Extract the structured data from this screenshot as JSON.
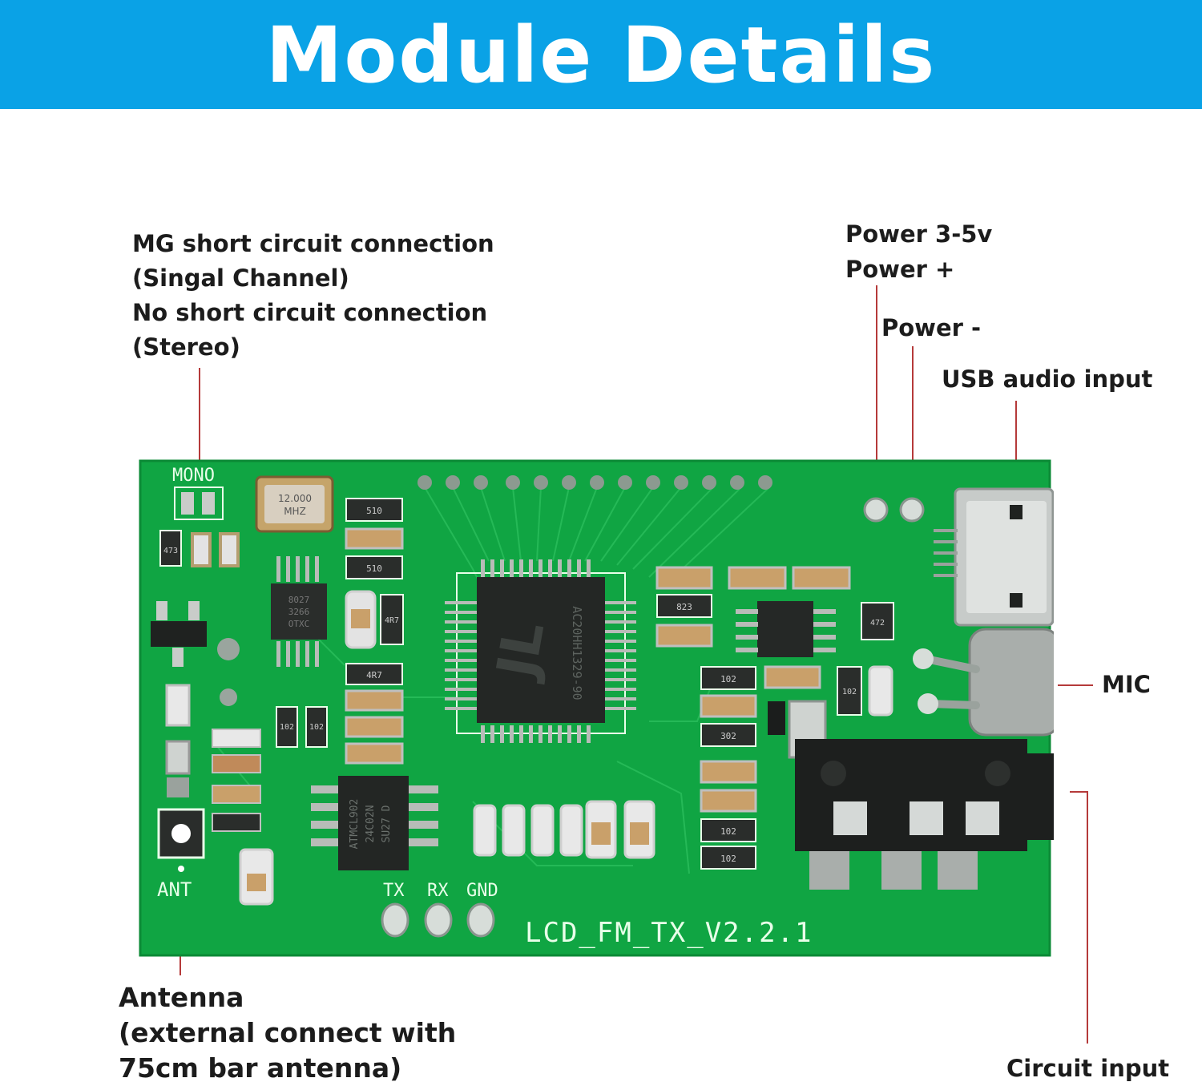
{
  "banner": {
    "title": "Module Details",
    "color": "#0aa2e6"
  },
  "labels": {
    "mono_jumper": [
      "MG short circuit connection",
      "(Singal Channel)",
      "No short circuit connection",
      "(Stereo)"
    ],
    "power_range": "Power 3-5v",
    "power_plus": "Power +",
    "power_minus": "Power -",
    "usb": "USB audio input",
    "mic": "MIC",
    "antenna": [
      "Antenna",
      "(external connect with",
      "75cm bar antenna)"
    ],
    "circuit": "Circuit input"
  },
  "board": {
    "silkscreen_mono": "MONO",
    "silkscreen_ant": "ANT",
    "silkscreen_tx": "TX",
    "silkscreen_rx": "RX",
    "silkscreen_gnd": "GND",
    "silkscreen_version": "LCD_FM_TX_V2.2.1",
    "crystal": [
      "12.000",
      "MHZ"
    ],
    "main_chip": [
      "JL",
      "AC20HH1329-90"
    ],
    "flash_chip": [
      "ATMCL902",
      "24C02N",
      "SU27 D"
    ],
    "small_chip": [
      "8027",
      "3266",
      "OTXC"
    ],
    "resistors": [
      "473",
      "510",
      "510",
      "4R7",
      "4R7",
      "102",
      "102",
      "823",
      "102",
      "302",
      "102",
      "102",
      "472",
      "102"
    ]
  },
  "colors": {
    "pcb": "#10a543",
    "leader": "#b53a3a",
    "text": "#1c1c1c"
  }
}
